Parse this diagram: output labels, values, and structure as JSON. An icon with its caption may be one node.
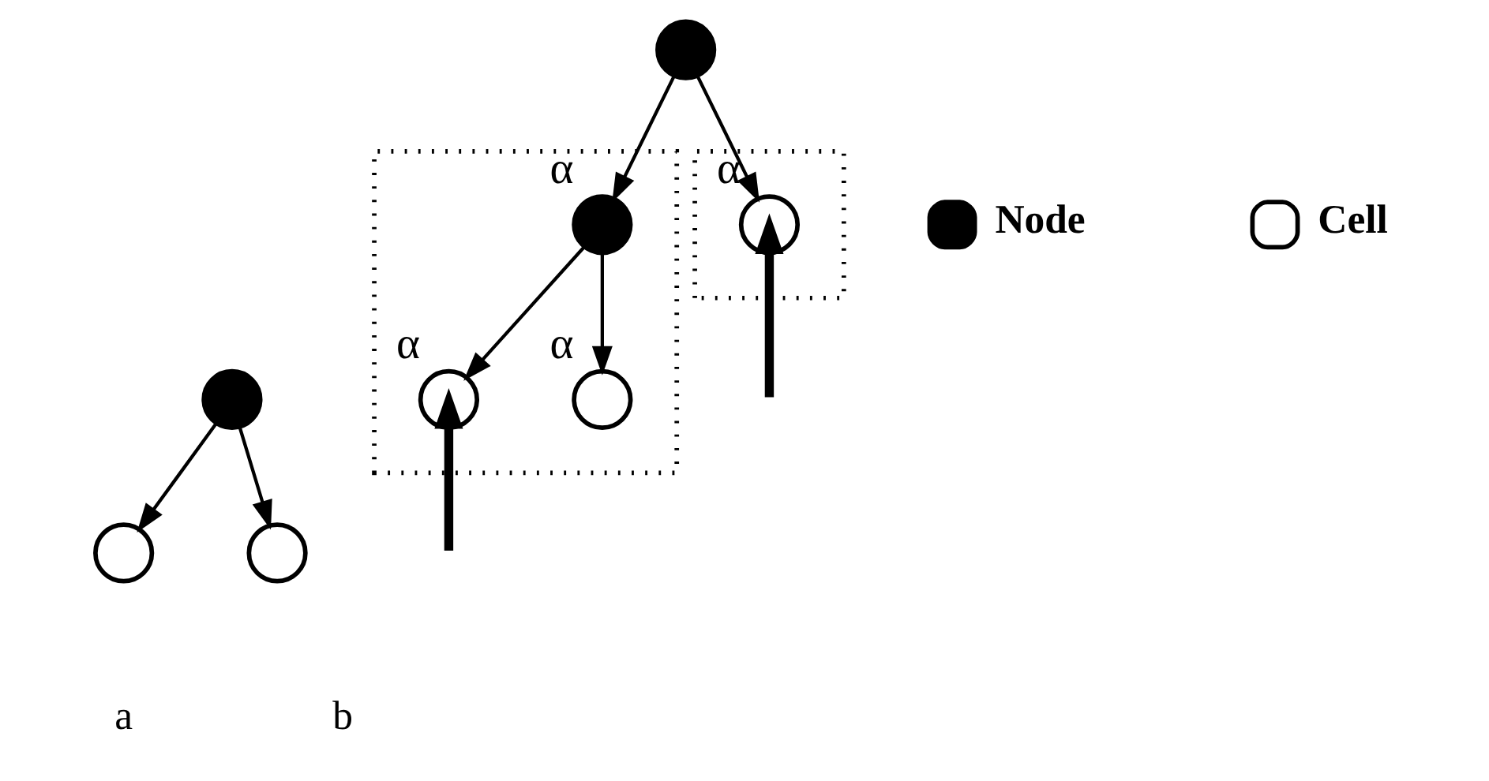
{
  "diagram": {
    "nodes": [
      {
        "text": [],
        "shape": "circle"
      },
      {
        "text": [],
        "shape": "circle"
      },
      {
        "text": [],
        "shape": "circle"
      },
      {
        "text": [],
        "shape": "circle"
      },
      {
        "text": [],
        "shape": "box"
      },
      {
        "text": [],
        "shape": "box"
      },
      {
        "text": [],
        "shape": "circle",
        "in": 4,
        "beside": [
          "α"
        ]
      },
      {
        "text": [],
        "shape": "circle",
        "in": 5,
        "beside": [
          "α"
        ]
      },
      {
        "text": [],
        "shape": "circle",
        "in": 4,
        "beside": [
          "α"
        ]
      },
      {
        "text": [],
        "shape": "circle",
        "in": 4,
        "beside": [
          "α"
        ]
      }
    ],
    "edges": [
      {
        "from": 0,
        "to": 1,
        "arrow": "to"
      },
      {
        "from": 0,
        "to": 2,
        "arrow": "to"
      },
      {
        "from": 3,
        "to": 6,
        "arrow": "to"
      },
      {
        "from": 3,
        "to": 7,
        "arrow": "to"
      },
      {
        "from": 6,
        "to": 8,
        "arrow": "to"
      },
      {
        "from": 6,
        "to": 9,
        "arrow": "to"
      },
      {
        "from": null,
        "to": 8,
        "arrow": "to",
        "style": "thick"
      },
      {
        "from": null,
        "to": 7,
        "arrow": "to",
        "style": "thick"
      }
    ],
    "labels": [
      "a",
      "b"
    ],
    "legend": [
      {
        "text": "Node"
      },
      {
        "text": "Cell"
      }
    ]
  }
}
